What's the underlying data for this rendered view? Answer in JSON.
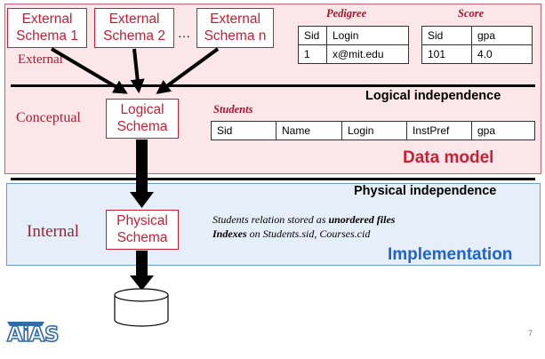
{
  "regions": {
    "data_model_label": "Data model",
    "implementation_label": "Implementation"
  },
  "levels": {
    "external": "External",
    "conceptual": "Conceptual",
    "internal": "Internal"
  },
  "external_schemas": [
    {
      "line1": "External",
      "line2": "Schema 1"
    },
    {
      "line1": "External",
      "line2": "Schema 2"
    },
    {
      "line1": "External",
      "line2": "Schema n"
    }
  ],
  "ellipsis": "···",
  "logical_schema": {
    "line1": "Logical",
    "line2": "Schema"
  },
  "physical_schema": {
    "line1": "Physical",
    "line2": "Schema"
  },
  "independence": {
    "logical": "Logical independence",
    "physical": "Physical independence"
  },
  "tables": {
    "pedigree": {
      "title": "Pedigree",
      "headers": [
        "Sid",
        "Login"
      ],
      "rows": [
        [
          "1",
          "x@mit.edu"
        ]
      ]
    },
    "score": {
      "title": "Score",
      "headers": [
        "Sid",
        "gpa"
      ],
      "rows": [
        [
          "101",
          "4.0"
        ]
      ]
    },
    "students": {
      "title": "Students",
      "headers": [
        "Sid",
        "Name",
        "Login",
        "InstPref",
        "gpa"
      ]
    }
  },
  "implementation_notes": {
    "line1_prefix": "Students relation stored as ",
    "line1_bold": "unordered files",
    "line2_bold": "Indexes",
    "line2_rest": " on Students.sid, Courses.cid"
  },
  "logo": {
    "text": "AiAS"
  },
  "page_number": "7",
  "colors": {
    "schema_red": "#c42035",
    "data_model_text": "#cc1f33",
    "implementation_text": "#1f64c8",
    "data_region_fill": "#fbe6ea",
    "impl_region_fill": "#e6eff9"
  }
}
